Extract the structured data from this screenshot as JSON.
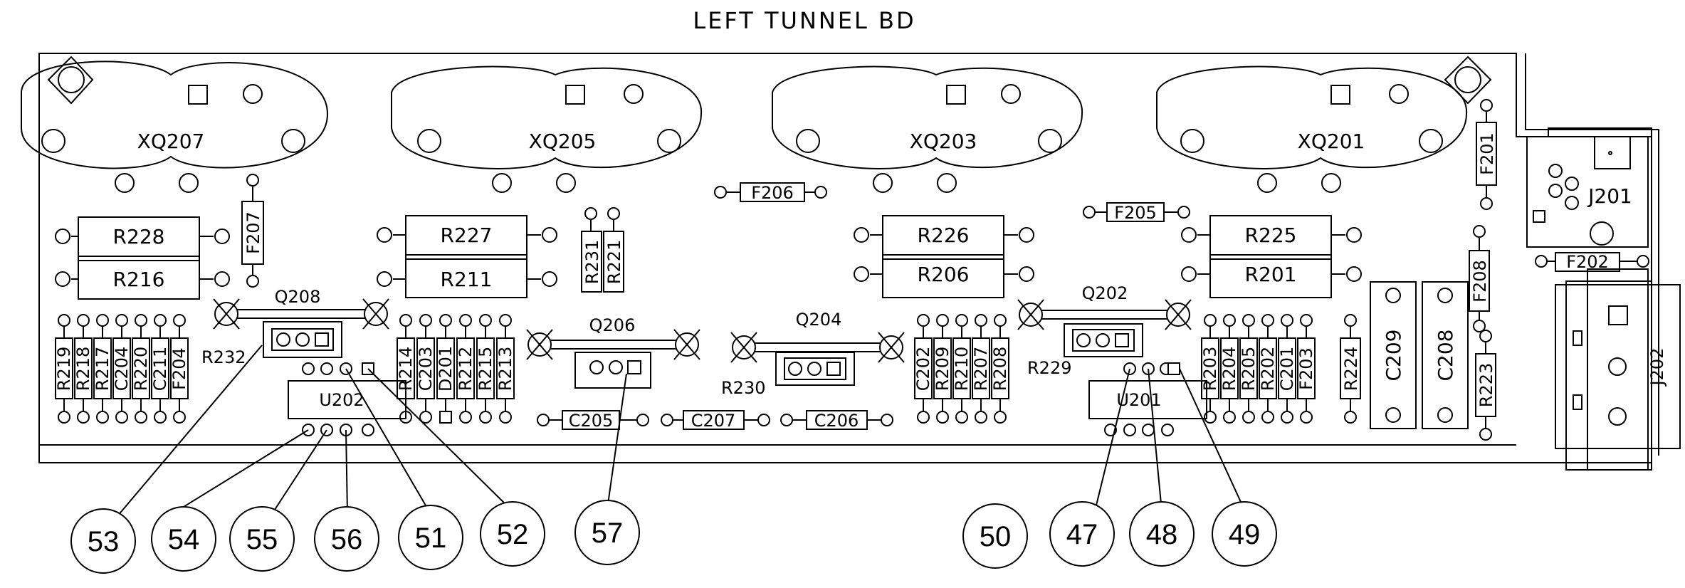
{
  "title": "LEFT TUNNEL BD",
  "sockets": [
    "XQ207",
    "XQ205",
    "XQ203",
    "XQ201"
  ],
  "power_resistors": [
    "R228",
    "R216",
    "R227",
    "R211",
    "R226",
    "R206",
    "R225",
    "R201"
  ],
  "transistors": [
    "Q208",
    "Q206",
    "Q204",
    "Q202"
  ],
  "ics": [
    "U202",
    "U201"
  ],
  "connectors": [
    "J201",
    "J202"
  ],
  "caps_large": [
    "C209",
    "C208"
  ],
  "row_groups": {
    "left_a": [
      "R219",
      "R218",
      "R217",
      "C204",
      "R220",
      "C211",
      "F204"
    ],
    "left_b": [
      "R214",
      "C203",
      "D201",
      "R212",
      "R215",
      "R213"
    ],
    "right_a": [
      "C202",
      "R209",
      "R210",
      "R207",
      "R208"
    ],
    "right_b": [
      "R203",
      "R204",
      "R205",
      "R202",
      "C201",
      "F203"
    ]
  },
  "misc_labels": {
    "r232": "R232",
    "r230": "R230",
    "r229": "R229",
    "r231": "R231",
    "r221": "R221",
    "r224": "R224",
    "r223": "R223",
    "f207": "F207",
    "f206": "F206",
    "f205": "F205",
    "f201": "F201",
    "f208": "F208",
    "f202": "F202",
    "c205": "C205",
    "c207": "C207",
    "c206": "C206"
  },
  "callouts": [
    "53",
    "54",
    "55",
    "56",
    "51",
    "52",
    "57",
    "50",
    "47",
    "48",
    "49"
  ]
}
